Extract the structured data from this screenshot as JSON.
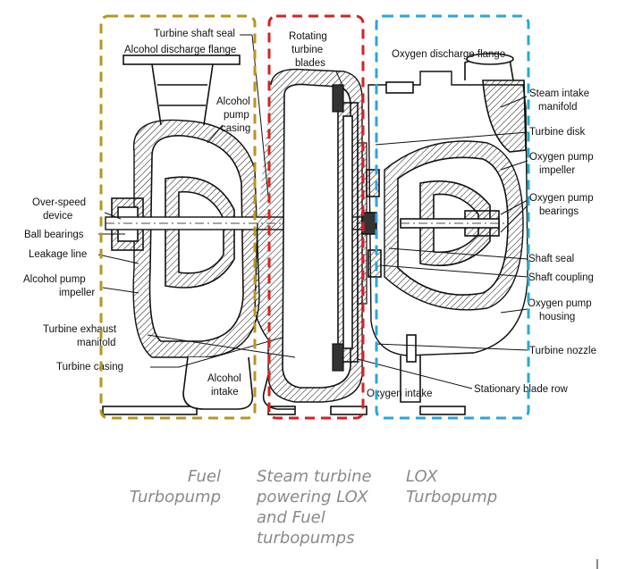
{
  "labels": {
    "turbine_shaft_seal": "Turbine shaft seal",
    "alcohol_discharge_flange": "Alcohol discharge flange",
    "alcohol_pump_casing": [
      "Alcohol",
      "pump",
      "casing"
    ],
    "over_speed_device": [
      "Over-speed",
      "device"
    ],
    "ball_bearings": "Ball bearings",
    "leakage_line": "Leakage line",
    "alcohol_pump_impeller": [
      "Alcohol pump",
      "impeller"
    ],
    "turbine_exhaust_manifold": [
      "Turbine exhaust",
      "manifold"
    ],
    "turbine_casing": "Turbine casing",
    "alcohol_intake": [
      "Alcohol",
      "intake"
    ],
    "rotating_turbine_blades": [
      "Rotating",
      "turbine",
      "blades"
    ],
    "oxygen_discharge_flange": "Oxygen discharge flange",
    "steam_intake_manifold": [
      "Steam intake",
      "manifold"
    ],
    "turbine_disk": "Turbine disk",
    "oxygen_pump_impeller": [
      "Oxygen pump",
      "impeller"
    ],
    "oxygen_pump_bearings": [
      "Oxygen pump",
      "bearings"
    ],
    "shaft_seal": "Shaft seal",
    "shaft_coupling": "Shaft coupling",
    "oxygen_pump_housing": [
      "Oxygen pump",
      "housing"
    ],
    "turbine_nozzle": "Turbine nozzle",
    "stationary_blade_row": "Stationary blade row",
    "oxygen_intake": "Oxygen intake"
  },
  "captions": {
    "fuel": [
      "Fuel",
      "Turbopump"
    ],
    "steam": [
      "Steam turbine",
      "powering LOX",
      "and Fuel",
      "turbopumps"
    ],
    "lox": [
      "LOX",
      "Turbopump"
    ]
  },
  "colors": {
    "fuel_box": "#b8961e",
    "steam_box": "#d9201e",
    "lox_box": "#2aa6dc",
    "caption_text": "#8a8a8a"
  }
}
